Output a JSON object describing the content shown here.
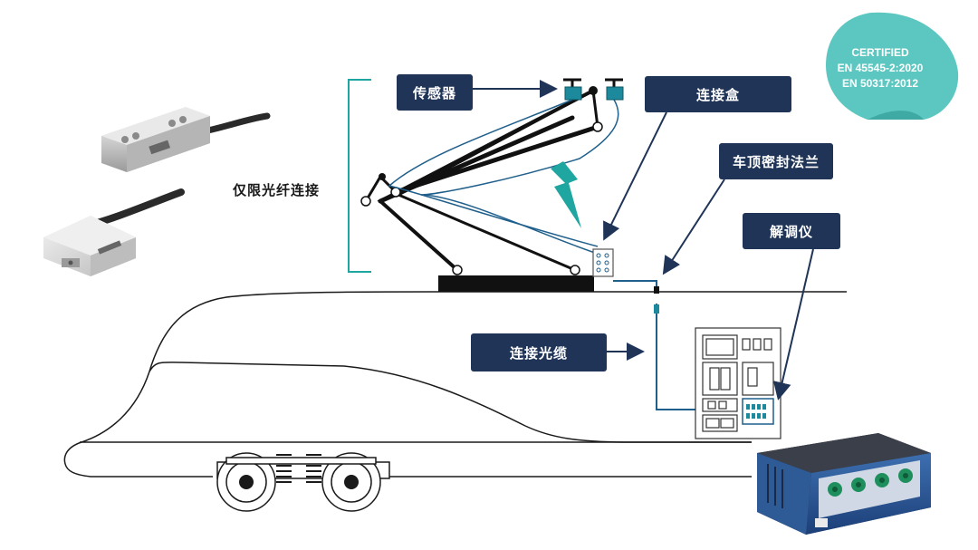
{
  "labels": {
    "sensor": "传感器",
    "junction_box": "连接盒",
    "roof_flange": "车顶密封法兰",
    "interrogator": "解调仪",
    "fiber_cable": "连接光缆",
    "fiber_only": "仅限光纤连接"
  },
  "certification": {
    "line1": "CERTIFIED",
    "line2": "EN 45545-2:2020",
    "line3": "EN 50317:2012"
  },
  "colors": {
    "label_bg": "#1f3457",
    "accent_teal": "#1fa6a0",
    "cert_badge": "#5cc7c1",
    "sensor_teal": "#1c8a9c",
    "fiber_blue": "#1f5f8b",
    "line_dark": "#1a1a1a"
  },
  "icons": {
    "lightning": "lightning-bolt-icon",
    "train": "train-outline",
    "pantograph": "pantograph",
    "sensor_photos": "sensor-device-photo",
    "interrogator_photo": "interrogator-device-photo"
  }
}
